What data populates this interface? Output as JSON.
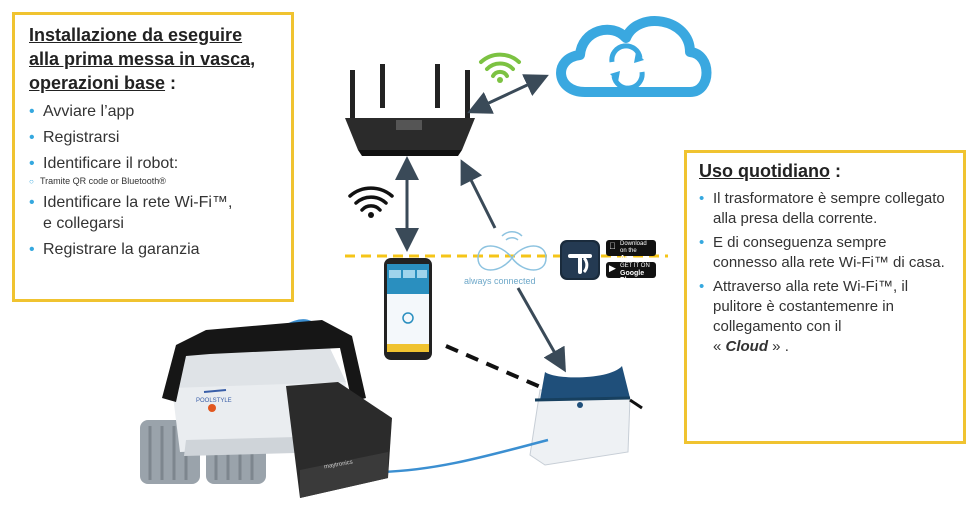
{
  "left_panel": {
    "title_line1": "Installazione da eseguire",
    "title_line2": "alla prima messa in vasca,",
    "title_line3": "operazioni base",
    "title_suffix": " :",
    "items": [
      "Avviare l’app",
      "Registrarsi",
      "Identificare il robot:",
      "Tramite QR code or Bluetooth®",
      "Identificare la rete Wi-Fi™,",
      "e collegarsi",
      "Registrare la garanzia"
    ]
  },
  "right_panel": {
    "title": "Uso quotidiano",
    "title_suffix": " :",
    "items": [
      "Il trasformatore è sempre collegato alla presa della corrente.",
      "E di conseguenza sempre connesso alla rete Wi-Fi™ di casa.",
      "Attraverso alla rete Wi-Fi™, il pulitore è costantemenre in collegamento con il"
    ],
    "cloud_prefix": "« ",
    "cloud_word": "Cloud",
    "cloud_suffix": " » ."
  },
  "always_connected": "always connected",
  "badges": {
    "appstore_small": "Download on the",
    "appstore_big": "App Store",
    "google_small": "GET IT ON",
    "google_big": "Google Play"
  },
  "robot": {
    "brand": "POOLSTYLE",
    "track_brand": "maytronics"
  },
  "colors": {
    "panel_border": "#f0c330",
    "bullet": "#35a8df",
    "cloud": "#3aa8e0",
    "wifi_green": "#7cc242",
    "dashed_yellow": "#f5c518",
    "cable_blue": "#3b8fd1"
  }
}
